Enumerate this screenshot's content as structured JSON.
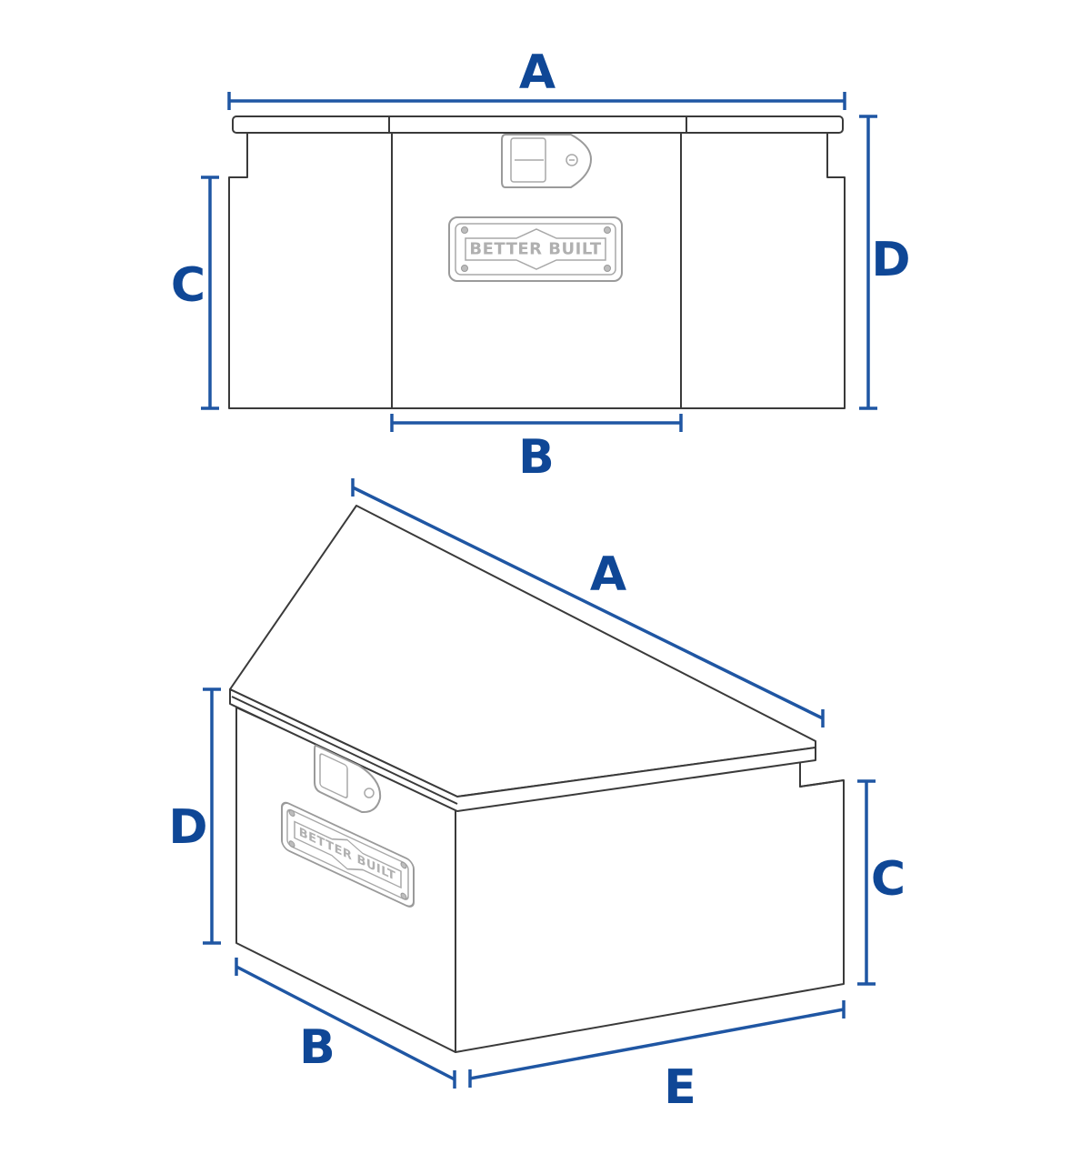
{
  "diagram": {
    "title": "Trailer tongue tool box dimension diagram",
    "accent_color": "#1f56a3",
    "label_color": "#0f4796",
    "brand_plate_text": "BETTER BUILT",
    "front_view": {
      "labels": {
        "A": "A",
        "B": "B",
        "C": "C",
        "D": "D"
      }
    },
    "iso_view": {
      "labels": {
        "A": "A",
        "B": "B",
        "C": "C",
        "D": "D",
        "E": "E"
      }
    }
  }
}
